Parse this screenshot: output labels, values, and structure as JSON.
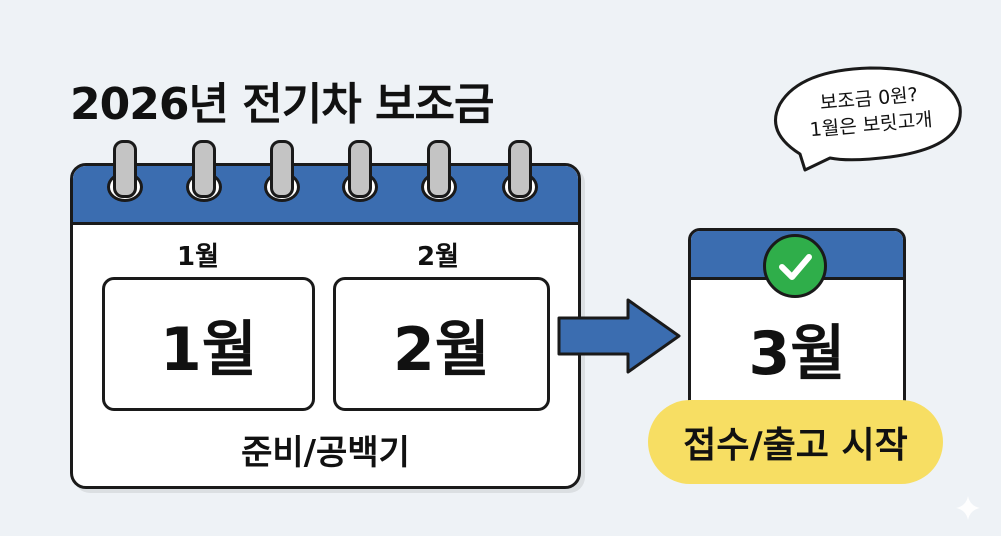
{
  "title": "2026년 전기차 보조금",
  "speech_bubble": {
    "line1": "보조금 0원?",
    "line2": "1월은 보릿고개"
  },
  "calendar_main": {
    "months": [
      {
        "label": "1월",
        "big": "1월"
      },
      {
        "label": "2월",
        "big": "2월"
      }
    ],
    "caption": "준비/공백기"
  },
  "calendar_target": {
    "big": "3월",
    "icon": "check-circle-icon",
    "caption": "접수/출고 시작"
  },
  "colors": {
    "blue": "#3b6db0",
    "green": "#2fae4a",
    "yellow": "#f7de63",
    "background": "#eef2f6"
  }
}
